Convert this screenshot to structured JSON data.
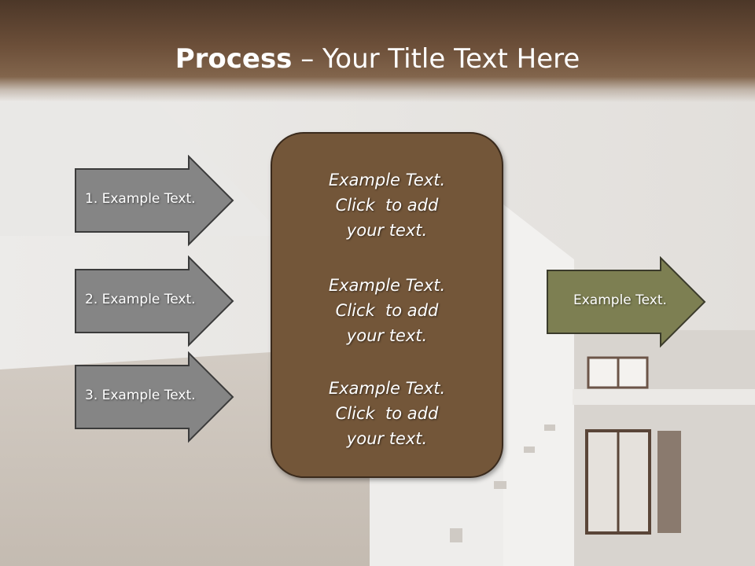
{
  "title": {
    "bold": "Process",
    "rest": " – Your Title Text Here"
  },
  "inputs": [
    {
      "label": "1. Example Text."
    },
    {
      "label": "2. Example Text."
    },
    {
      "label": "3. Example Text."
    }
  ],
  "center_blocks": [
    {
      "line1": "Example Text.",
      "line2": "Click  to add",
      "line3": "your text."
    },
    {
      "line1": "Example Text.",
      "line2": "Click  to add",
      "line3": "your text."
    },
    {
      "line1": "Example Text.",
      "line2": "Click  to add",
      "line3": "your text."
    }
  ],
  "output": {
    "label": "Example Text."
  },
  "colors": {
    "title_bar": "#6c4f39",
    "input_arrow_fill": "#858585",
    "center_box_fill": "#735639",
    "output_arrow_fill": "#7d7f52"
  }
}
